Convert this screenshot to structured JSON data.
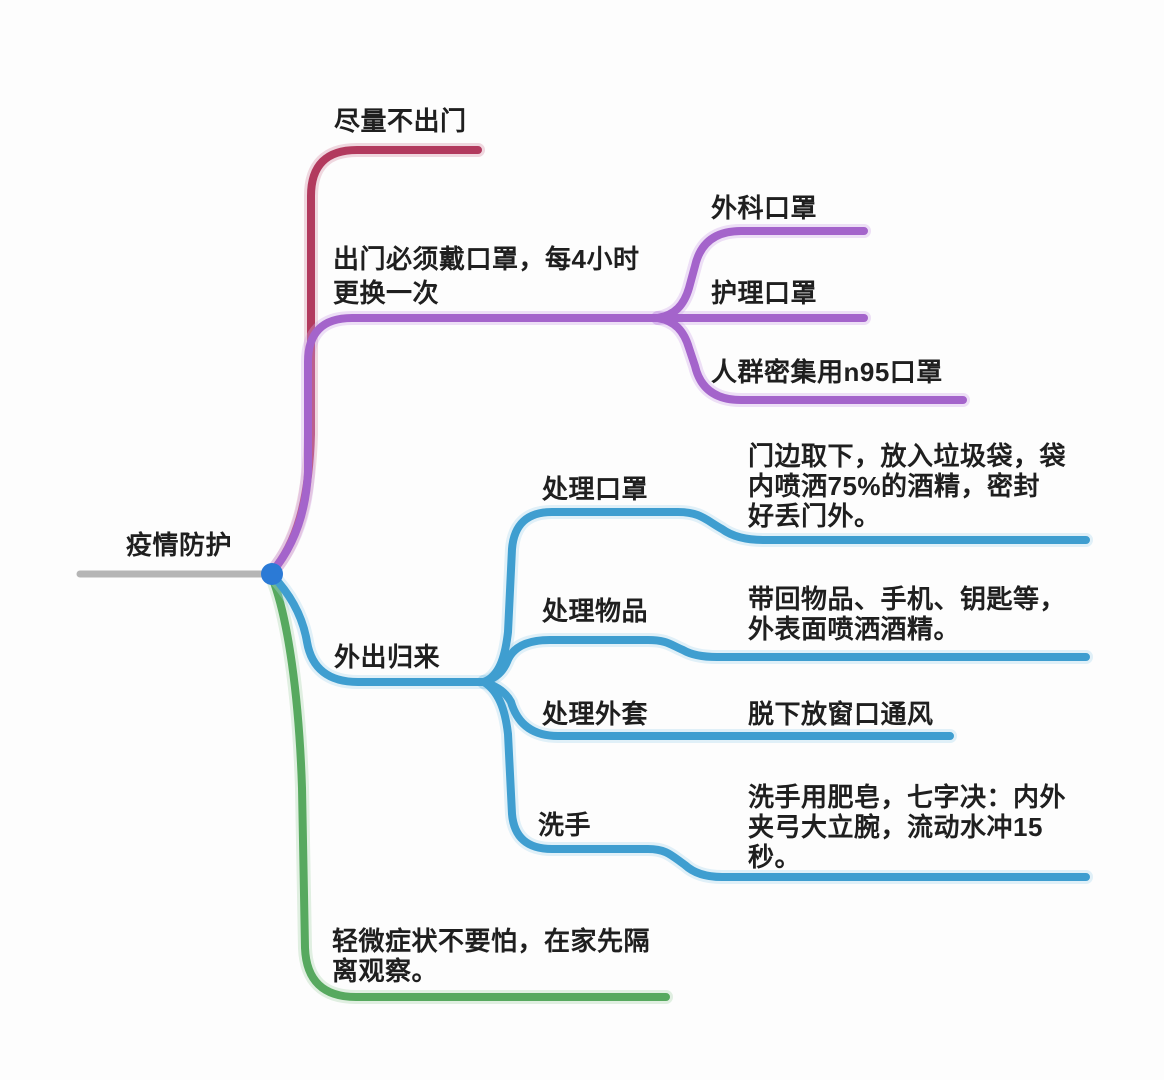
{
  "colors": {
    "branch_red": "#b23a5e",
    "red_halo": "#d490a6",
    "branch_purple": "#a464cb",
    "purple_halo": "#cfa5e8",
    "branch_blue": "#3f9ed0",
    "blue_halo": "#a9d8ee",
    "branch_green": "#57a95f",
    "green_halo": "#a9d5ac",
    "root_line": "#b5b5b5",
    "node_dot": "#2b7ad6",
    "node_dot_ring": "#1d5fae",
    "text": "#1f1f1f",
    "background": "#fdfdfd"
  },
  "mindmap": {
    "root": "疫情防护",
    "branches": [
      {
        "id": "stay-home",
        "label": "尽量不出门"
      },
      {
        "id": "wear-mask",
        "label": "出门必须戴口罩，每4小时\n更换一次",
        "children": [
          {
            "label": "外科口罩"
          },
          {
            "label": "护理口罩"
          },
          {
            "label": "人群密集用n95口罩"
          }
        ]
      },
      {
        "id": "back-home",
        "label": "外出归来",
        "children": [
          {
            "label": "处理口罩",
            "note": "门边取下，放入垃圾袋，袋\n内喷洒75%的酒精，密封\n好丢门外。"
          },
          {
            "label": "处理物品",
            "note": "带回物品、手机、钥匙等，\n外表面喷洒酒精。"
          },
          {
            "label": "处理外套",
            "note": "脱下放窗口通风"
          },
          {
            "label": "洗手",
            "note": "洗手用肥皂，七字决：内外\n夹弓大立腕，流动水冲15\n秒。"
          }
        ]
      },
      {
        "id": "mild-symptoms",
        "label": "轻微症状不要怕，在家先隔\n离观察。"
      }
    ]
  }
}
